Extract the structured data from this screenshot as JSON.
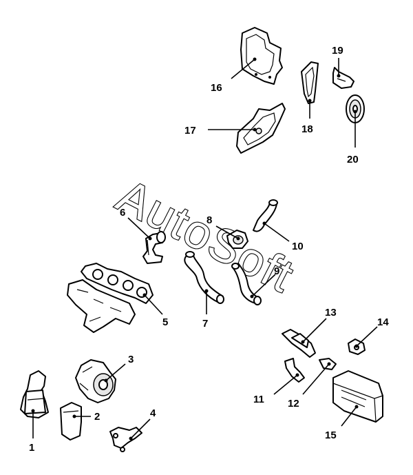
{
  "watermark": "AutoSoft",
  "callouts": {
    "c1": "1",
    "c2": "2",
    "c3": "3",
    "c4": "4",
    "c5": "5",
    "c6": "6",
    "c7": "7",
    "c8": "8",
    "c9": "9",
    "c10": "10",
    "c11": "11",
    "c12": "12",
    "c13": "13",
    "c14": "14",
    "c15": "15",
    "c16": "16",
    "c17": "17",
    "c18": "18",
    "c19": "19",
    "c20": "20"
  },
  "colors": {
    "line": "#000000",
    "background": "#ffffff"
  }
}
